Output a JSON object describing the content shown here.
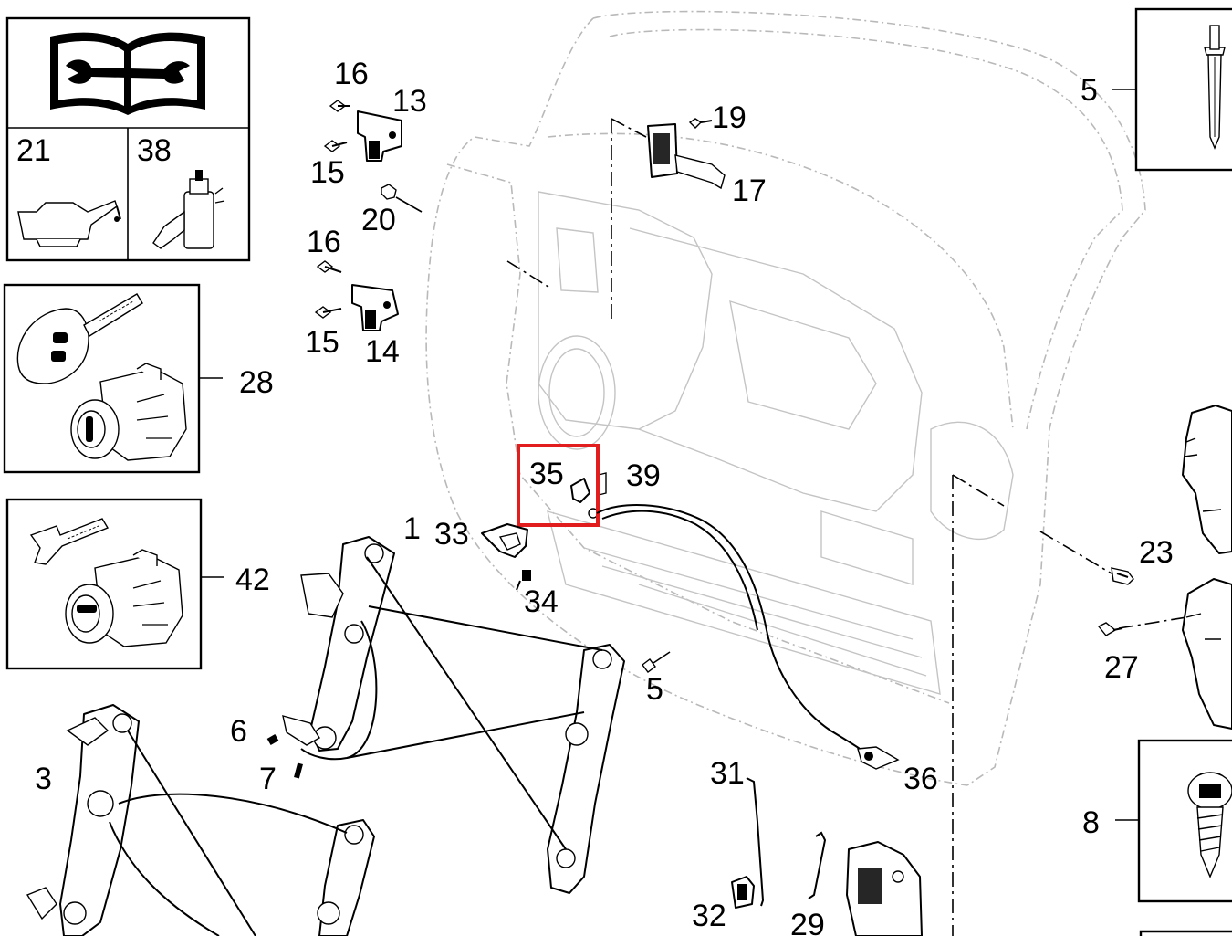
{
  "diagram": {
    "callouts": {
      "c1": "1",
      "c3": "3",
      "c5_top": "5",
      "c5_mid": "5",
      "c6": "6",
      "c7": "7",
      "c8": "8",
      "c13": "13",
      "c14": "14",
      "c15_top": "15",
      "c15_bottom": "15",
      "c16_top": "16",
      "c16_bottom": "16",
      "c17": "17",
      "c19": "19",
      "c20": "20",
      "c21": "21",
      "c23": "23",
      "c27": "27",
      "c28": "28",
      "c29": "29",
      "c31": "31",
      "c32": "32",
      "c33": "33",
      "c34": "34",
      "c35": "35",
      "c36": "36",
      "c38": "38",
      "c39": "39",
      "c42": "42"
    },
    "highlight_color": "#e11d1d",
    "icons": [
      "manual-book-icon",
      "oil-can-icon",
      "adhesive-bottle-icon",
      "remote-key-icon",
      "lock-cylinder-icon",
      "key-blade-icon",
      "rivet-icon",
      "torx-screw-icon"
    ]
  }
}
